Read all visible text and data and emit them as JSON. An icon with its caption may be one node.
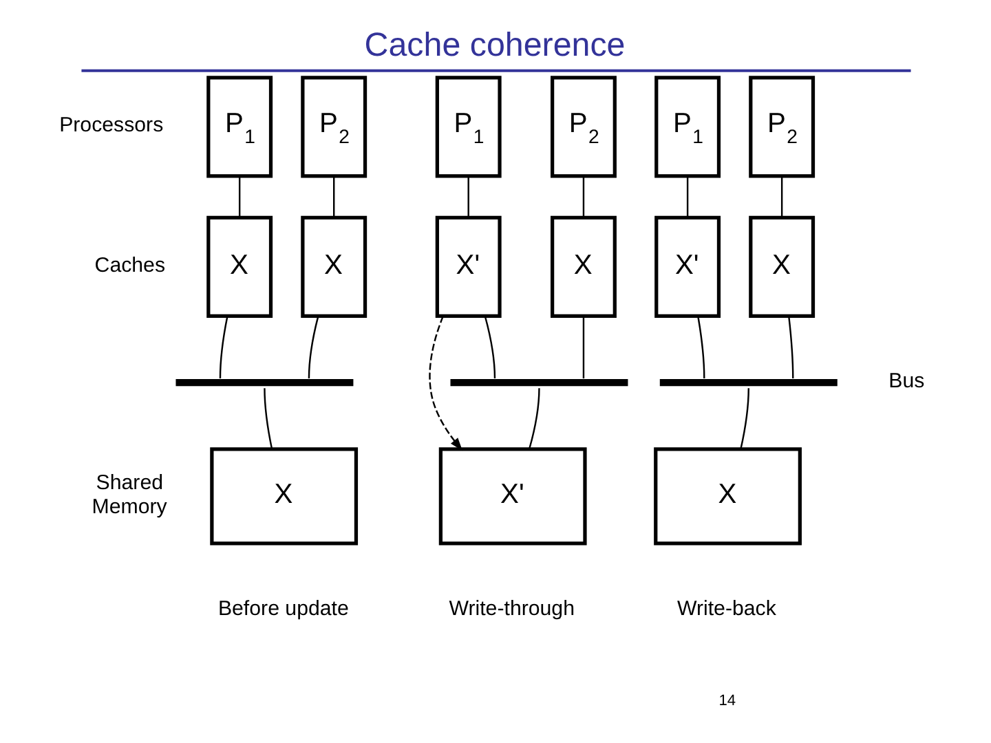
{
  "diagram": {
    "title": "Cache coherence",
    "nodes": [
      {
        "text": [
          "P$_{1}$"
        ]
      },
      {
        "text": [
          "P$_{2}$"
        ]
      },
      {
        "text": [
          "X"
        ]
      },
      {
        "text": [
          "X"
        ]
      },
      {
        "text": [],
        "shape": "bar"
      },
      {
        "text": [
          "X"
        ]
      },
      {
        "text": [
          "P$_{1}$"
        ]
      },
      {
        "text": [
          "P$_{2}$"
        ]
      },
      {
        "text": [
          "X'"
        ]
      },
      {
        "text": [
          "X"
        ]
      },
      {
        "text": [],
        "shape": "bar"
      },
      {
        "text": [
          "X'"
        ]
      },
      {
        "text": [
          "P$_{1}$"
        ]
      },
      {
        "text": [
          "P$_{2}$"
        ]
      },
      {
        "text": [
          "X'"
        ]
      },
      {
        "text": [
          "X"
        ]
      },
      {
        "text": [],
        "shape": "bar"
      },
      {
        "text": [
          "X"
        ]
      }
    ],
    "edges": [
      {
        "from": 0,
        "to": 2,
        "arrow": "none"
      },
      {
        "from": 1,
        "to": 3,
        "arrow": "none"
      },
      {
        "from": 2,
        "to": 4,
        "arrow": "none"
      },
      {
        "from": 3,
        "to": 4,
        "arrow": "none"
      },
      {
        "from": 4,
        "to": 5,
        "arrow": "none"
      },
      {
        "from": 6,
        "to": 8,
        "arrow": "none"
      },
      {
        "from": 7,
        "to": 9,
        "arrow": "none"
      },
      {
        "from": 8,
        "to": 10,
        "arrow": "none"
      },
      {
        "from": 9,
        "to": 10,
        "arrow": "none"
      },
      {
        "from": 8,
        "to": 11,
        "arrow": "to",
        "style": "dashed"
      },
      {
        "from": 10,
        "to": 11,
        "arrow": "none"
      },
      {
        "from": 12,
        "to": 14,
        "arrow": "none"
      },
      {
        "from": 13,
        "to": 15,
        "arrow": "none"
      },
      {
        "from": 14,
        "to": 16,
        "arrow": "none"
      },
      {
        "from": 15,
        "to": 16,
        "arrow": "none"
      },
      {
        "from": 16,
        "to": 17,
        "arrow": "none"
      }
    ],
    "labels": [
      "Processors",
      "Caches",
      "Bus",
      "Shared Memory",
      "Before update",
      "Write-through",
      "Write-back",
      "14"
    ]
  }
}
